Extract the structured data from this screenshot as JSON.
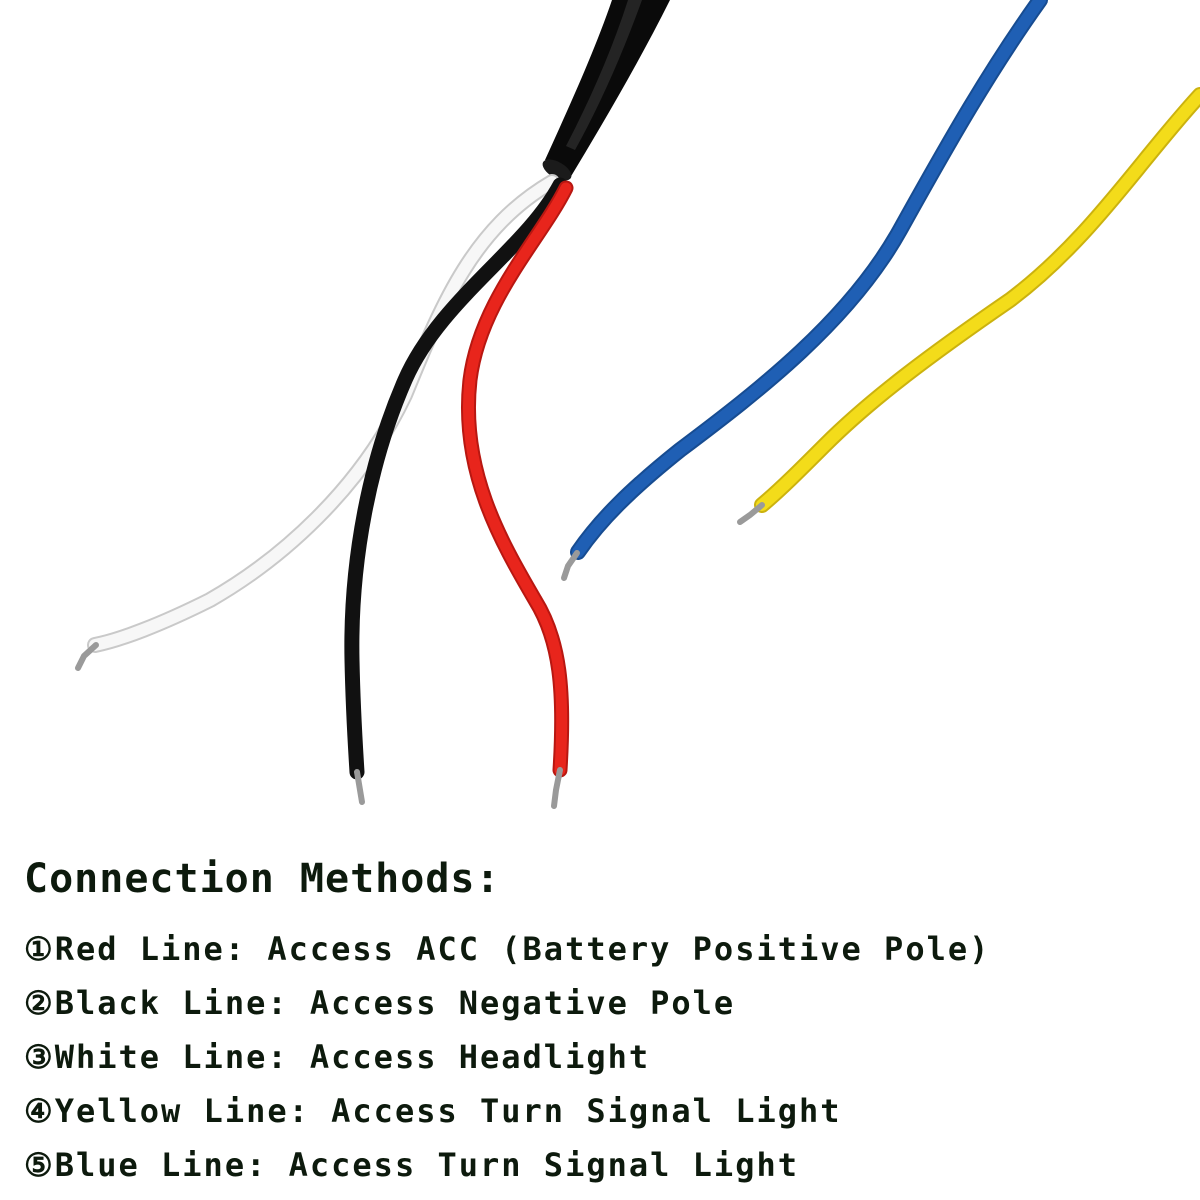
{
  "image": {
    "description_items": {
      "wire_colors": {
        "sheath": "#0a0a0a",
        "white": "#f7f7f7",
        "black": "#111111",
        "red": "#e8251c",
        "blue": "#1f5fb4",
        "yellow": "#f3dc1a",
        "tip": "#9a9a9a"
      }
    }
  },
  "caption": {
    "title": "Connection Methods:",
    "items": [
      "①Red Line: Access ACC (Battery Positive Pole)",
      "②Black Line: Access Negative Pole",
      "③White Line: Access Headlight",
      "④Yellow Line: Access Turn Signal Light",
      "⑤Blue Line: Access Turn Signal Light"
    ]
  }
}
